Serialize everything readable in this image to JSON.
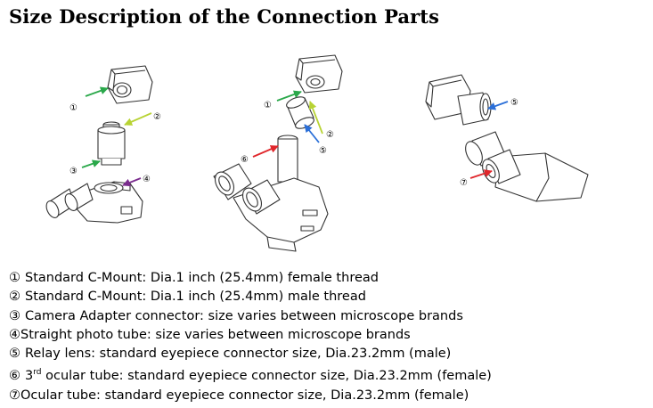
{
  "title": "Size Description of the Connection Parts",
  "callout_numbers": [
    "①",
    "②",
    "③",
    "④",
    "⑤",
    "⑥",
    "⑦"
  ],
  "legend": [
    {
      "num": "①",
      "space": true,
      "text": "Standard C-Mount: Dia.1 inch (25.4mm) female thread"
    },
    {
      "num": "②",
      "space": true,
      "text": "Standard C-Mount: Dia.1 inch (25.4mm) male thread"
    },
    {
      "num": "③",
      "space": true,
      "text": "Camera Adapter connector: size varies between microscope brands"
    },
    {
      "num": "④",
      "space": false,
      "text": "Straight photo tube: size varies between microscope brands"
    },
    {
      "num": "⑤",
      "space": true,
      "text": "Relay lens: standard eyepiece connector size, Dia.23.2mm (male)"
    },
    {
      "num": "⑥",
      "space": true,
      "prefix": "3",
      "sup": "rd",
      "text": " ocular tube: standard eyepiece connector size, Dia.23.2mm (female)"
    },
    {
      "num": "⑦",
      "space": false,
      "text": "Ocular tube: standard eyepiece connector size, Dia.23.2mm (female)"
    }
  ],
  "colors": {
    "arrow_green": "#2aa84a",
    "arrow_yellow": "#b8d334",
    "arrow_blue": "#2b6fd8",
    "arrow_purple": "#7b2d8e",
    "arrow_red": "#e0262b",
    "line": "#333333"
  }
}
